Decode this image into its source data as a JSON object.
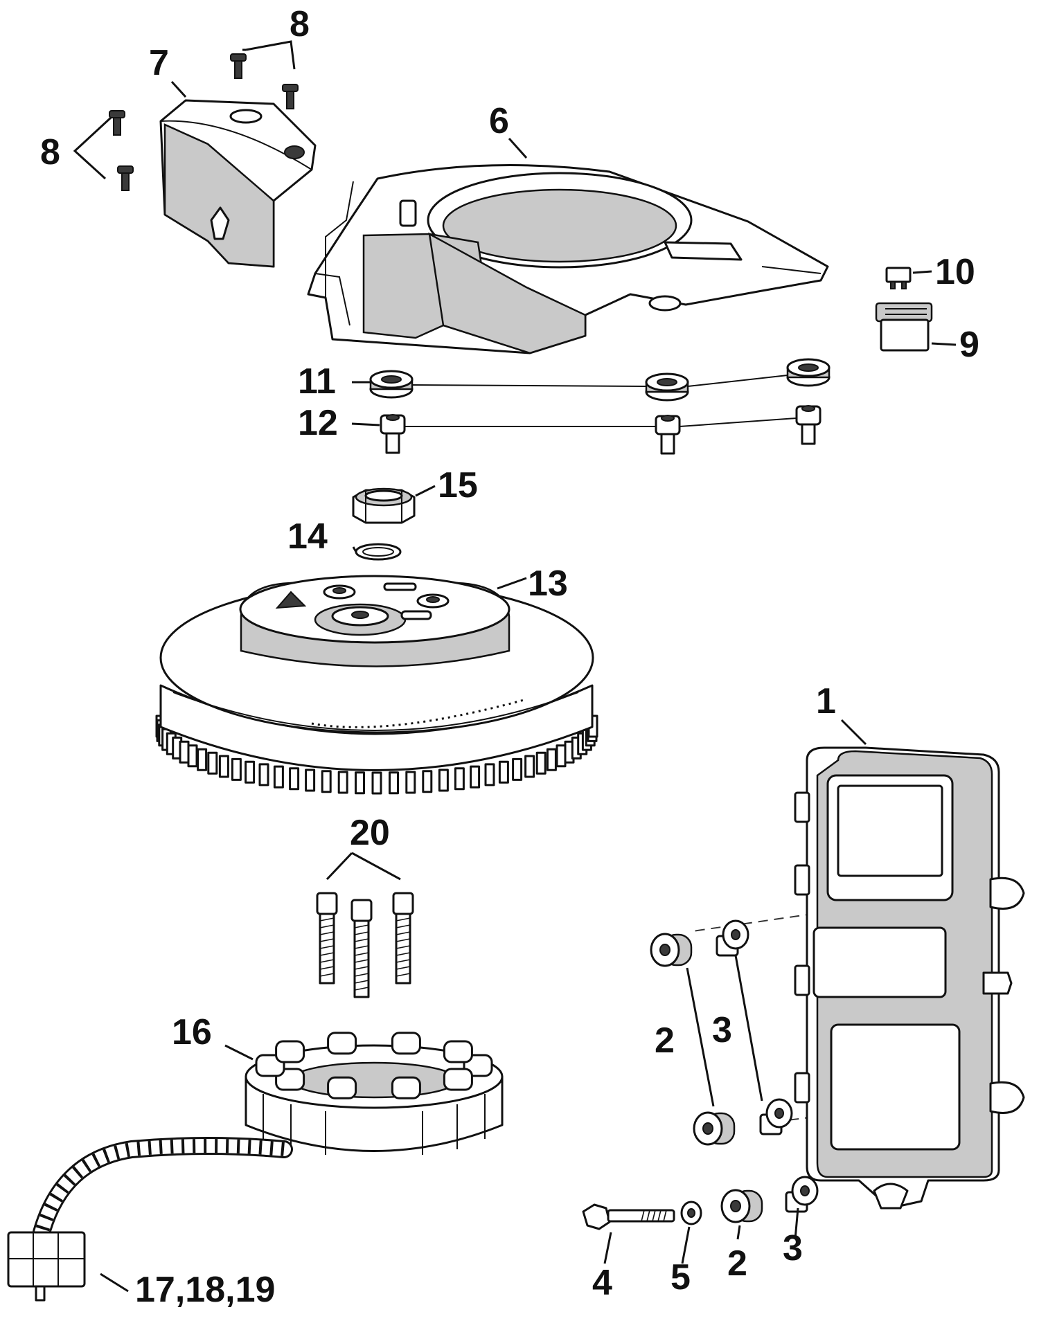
{
  "callouts": {
    "c1": "1",
    "c2a": "2",
    "c3a": "3",
    "c2b": "2",
    "c3b": "3",
    "c4": "4",
    "c5": "5",
    "c6": "6",
    "c7": "7",
    "c8a": "8",
    "c8b": "8",
    "c9": "9",
    "c10": "10",
    "c11": "11",
    "c12": "12",
    "c13": "13",
    "c14": "14",
    "c15": "15",
    "c16": "16",
    "c17": "17,18,19",
    "c20": "20"
  },
  "colors": {
    "ink": "#111111",
    "shade": "#c9c9c9",
    "background": "#ffffff"
  }
}
